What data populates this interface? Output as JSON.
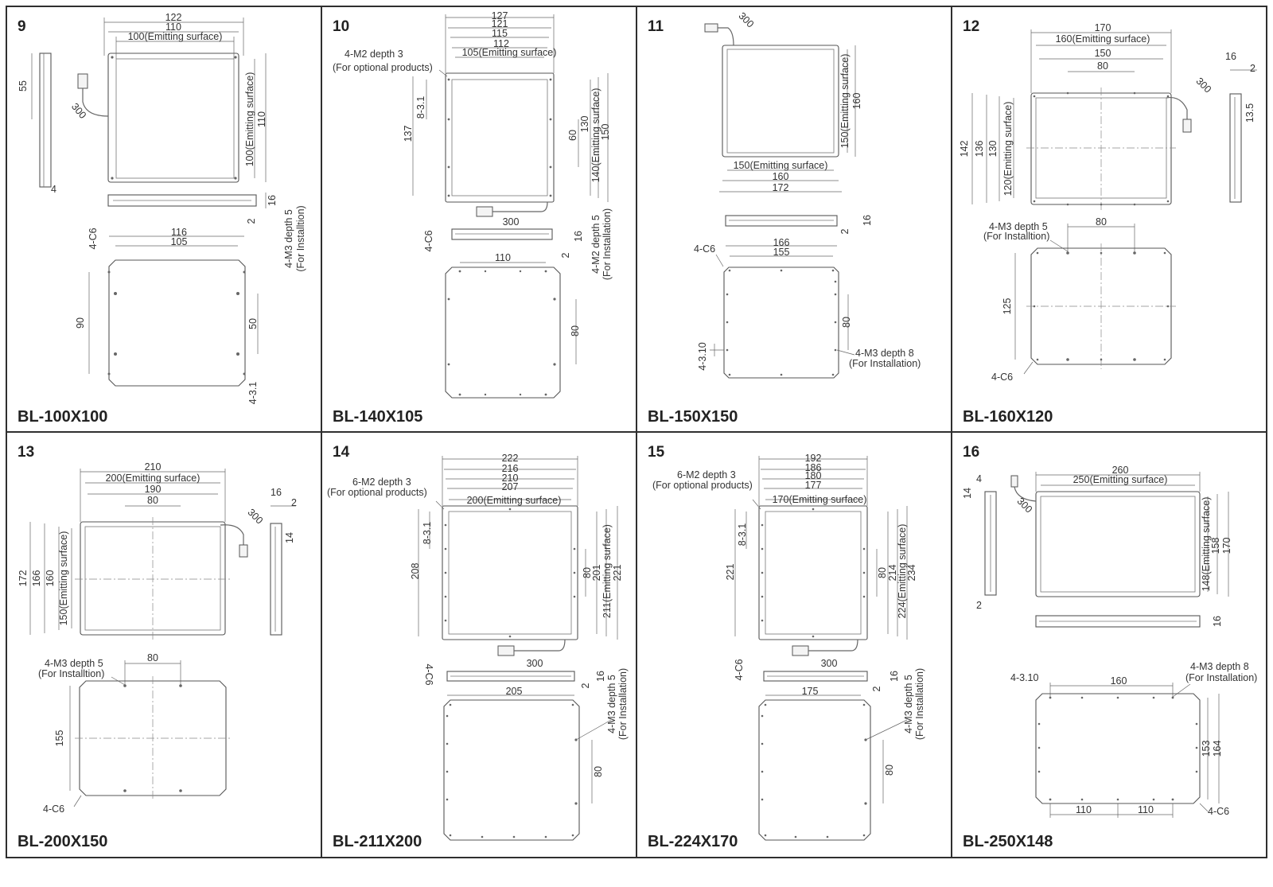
{
  "colors": {
    "line": "#555555",
    "frame": "#2f2f2f",
    "text": "#222222"
  },
  "panels": [
    {
      "number": "9",
      "model": "BL-100X100",
      "labels": [
        "122",
        "110",
        "100(Emitting surface)",
        "55",
        "300",
        "100(Emitting surface)",
        "110",
        "4",
        "16",
        "2",
        "4-M3 depth 5",
        "(For Installtion)",
        "4-C6",
        "116",
        "105",
        "90",
        "50",
        "4-3.1"
      ]
    },
    {
      "number": "10",
      "model": "BL-140X105",
      "labels": [
        "127",
        "121",
        "115",
        "112",
        "105(Emitting surface)",
        "4-M2 depth 3",
        "(For optional products)",
        "8-3.1",
        "137",
        "60",
        "130",
        "140(Emitting surface)",
        "150",
        "300",
        "16",
        "2",
        "4-M2 depth 5",
        "(For Installation)",
        "4-C6",
        "110",
        "80"
      ]
    },
    {
      "number": "11",
      "model": "BL-150X150",
      "labels": [
        "300",
        "150(Emitting surface)",
        "160",
        "150(Emitting surface)",
        "160",
        "172",
        "16",
        "2",
        "4-C6",
        "166",
        "155",
        "80",
        "4-3.10",
        "4-M3 depth 8",
        "(For Installation)"
      ]
    },
    {
      "number": "12",
      "model": "BL-160X120",
      "labels": [
        "170",
        "160(Emitting surface)",
        "150",
        "80",
        "300",
        "16",
        "2",
        "13.5",
        "142",
        "136",
        "130",
        "120(Emitting surface)",
        "4-M3 depth 5",
        "(For Installtion)",
        "80",
        "125",
        "4-C6"
      ]
    },
    {
      "number": "13",
      "model": "BL-200X150",
      "labels": [
        "210",
        "200(Emitting surface)",
        "190",
        "80",
        "300",
        "16",
        "2",
        "14",
        "172",
        "166",
        "160",
        "150(Emitting surface)",
        "4-M3 depth 5",
        "(For Installtion)",
        "80",
        "155",
        "4-C6"
      ]
    },
    {
      "number": "14",
      "model": "BL-211X200",
      "labels": [
        "222",
        "216",
        "210",
        "207",
        "200(Emitting surface)",
        "6-M2 depth 3",
        "(For optional products)",
        "8-3.1",
        "208",
        "80",
        "201",
        "211(Emitting surface)",
        "221",
        "300",
        "16",
        "2",
        "4-C6",
        "205",
        "4-M3 depth 5",
        "(For Installation)",
        "80"
      ]
    },
    {
      "number": "15",
      "model": "BL-224X170",
      "labels": [
        "192",
        "186",
        "180",
        "177",
        "170(Emitting surface)",
        "6-M2 depth 3",
        "(For optional products)",
        "8-3.1",
        "221",
        "80",
        "214",
        "224(Emitting surface)",
        "234",
        "300",
        "16",
        "2",
        "4-C6",
        "175",
        "4-M3 depth 5",
        "(For Installation)",
        "80"
      ]
    },
    {
      "number": "16",
      "model": "BL-250X148",
      "labels": [
        "260",
        "250(Emitting surface)",
        "4",
        "14",
        "300",
        "148(Emitting surface)",
        "158",
        "170",
        "2",
        "16",
        "4-M3 depth 8",
        "(For Installation)",
        "4-3.10",
        "160",
        "153",
        "164",
        "110",
        "110",
        "4-C6"
      ]
    }
  ]
}
